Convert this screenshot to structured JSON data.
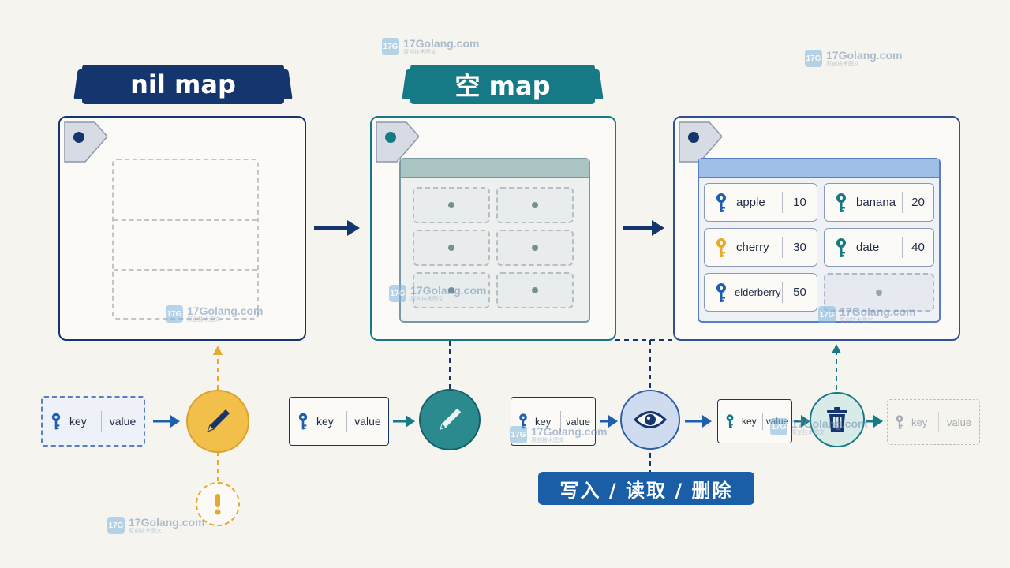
{
  "headers": {
    "nil_map": "nil map",
    "empty_map": "空 map"
  },
  "pairs": {
    "apple": {
      "key": "apple",
      "value": "10"
    },
    "banana": {
      "key": "banana",
      "value": "20"
    },
    "cherry": {
      "key": "cherry",
      "value": "30"
    },
    "date": {
      "key": "date",
      "value": "40"
    },
    "elderberry": {
      "key": "elderberry",
      "value": "50"
    }
  },
  "kv_template": {
    "key": "key",
    "value": "value"
  },
  "operations_label": "写入 / 读取 / 删除",
  "watermark": {
    "title": "17Golang.com",
    "subtitle": "原创技术图文",
    "logo": "17G"
  },
  "colors": {
    "navy": "#15356e",
    "teal": "#167a86",
    "blue": "#2e5fa8",
    "amber": "#e3aa2c",
    "light_blue": "#9fbfe9",
    "gray": "#a8abb2"
  },
  "icons": [
    "pin-icon",
    "arrow-icon",
    "pencil-icon",
    "warning-icon",
    "eye-icon",
    "trash-icon",
    "key-icon"
  ]
}
